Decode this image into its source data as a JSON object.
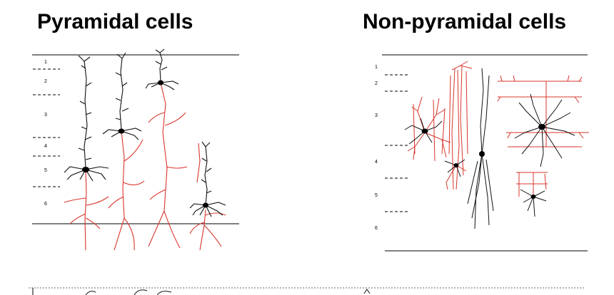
{
  "titles": {
    "left": "Pyramidal cells",
    "right": "Non-pyramidal cells"
  },
  "layers": [
    "1",
    "2",
    "3",
    "4",
    "5",
    "6"
  ],
  "colors": {
    "dendrite": "#111111",
    "axon": "#d9342b",
    "rule": "#000000"
  }
}
